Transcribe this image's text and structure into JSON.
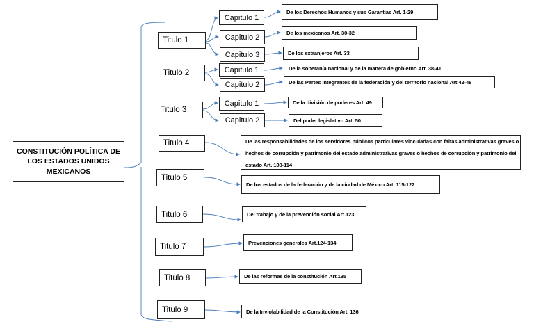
{
  "root": {
    "label": "CONSTITUCIÓN POLÍTICA DE LOS ESTADOS UNIDOS MEXICANOS"
  },
  "titulos": [
    {
      "label": "Titulo 1",
      "children": [
        {
          "label": "Capitulo 1",
          "desc": "De los Derechos Humanos y sus Garantías Art. 1-29"
        },
        {
          "label": "Capitulo 2",
          "desc": "De los mexicanos Art. 30-32"
        },
        {
          "label": "Capitulo 3",
          "desc": "De los extranjeros Art. 33"
        }
      ]
    },
    {
      "label": "Titulo 2",
      "children": [
        {
          "label": "Capitulo 1",
          "desc": "De la soberanía nacional y de la manera de gobierno Art. 38-41"
        },
        {
          "label": "Capitulo 2",
          "desc": "De las Partes integrantes de la federación y del territorio nacional Art 42-48"
        }
      ]
    },
    {
      "label": "Titulo 3",
      "children": [
        {
          "label": "Capitulo 1",
          "desc": "De la división de poderes Art. 49"
        },
        {
          "label": "Capitulo 2",
          "desc": "Del poder legislativo Art. 50"
        }
      ]
    },
    {
      "label": "Titulo 4",
      "desc": "De las responsabilidades de los servidores públicos particulares vinculadas con faltas administrativas graves o hechos de corrupción y patrimonio del estado administrativas graves o hechos de corrupción y patrimonio del estado Art. 108-114"
    },
    {
      "label": "Titulo 5",
      "desc": "De los estados de la federación y de la ciudad de México Art. 115-122"
    },
    {
      "label": "Titulo 6",
      "desc": "Del trabajo y de la prevención social Art.123"
    },
    {
      "label": "Titulo 7",
      "desc": "Prevenciones generales Art.124-134"
    },
    {
      "label": "Titulo 8",
      "desc": "De las reformas de la constitución Art.135"
    },
    {
      "label": "Titulo 9",
      "desc": "De la Inviolabilidad de la Constitución Art. 136"
    }
  ]
}
